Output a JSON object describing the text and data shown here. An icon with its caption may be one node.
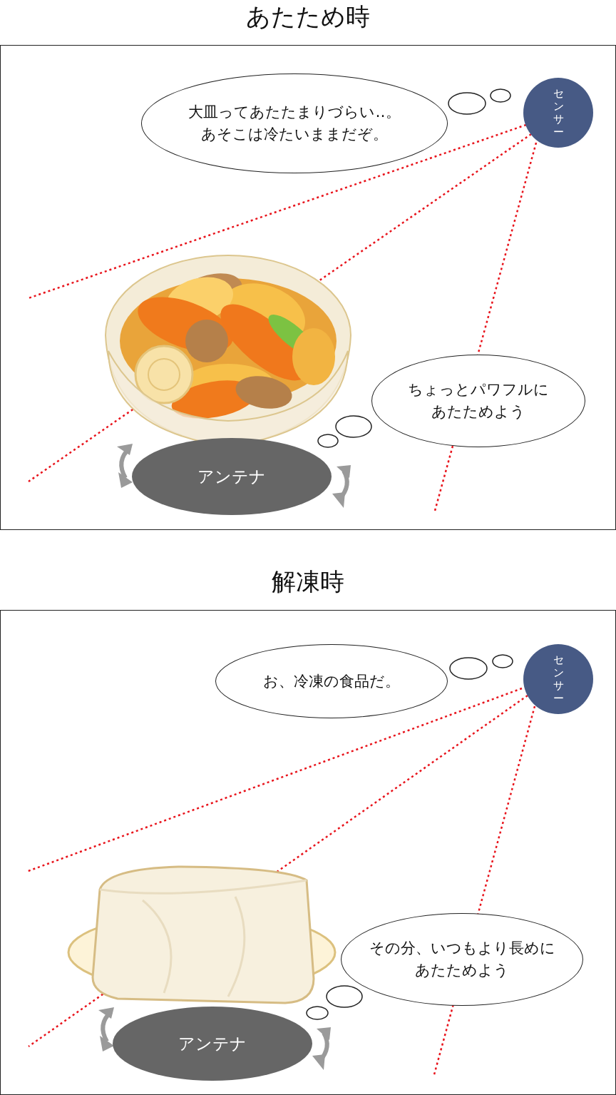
{
  "diagram": {
    "nodes": [
      {
        "text": [
          "あたため時"
        ]
      },
      {
        "text": [
          "大皿ってあたたまりづらい‥。あそこは冷たいままだぞ。"
        ],
        "in": 0
      },
      {
        "text": [
          "センサー"
        ],
        "in": 0
      },
      {
        "text": [
          "ちょっとパワフルにあたためよう"
        ],
        "in": 0
      },
      {
        "text": [
          "アンテナ"
        ],
        "in": 0
      },
      {
        "text": [
          "解凍時"
        ]
      },
      {
        "text": [
          "お、冷凍の食品だ。"
        ],
        "in": 5
      },
      {
        "text": [
          "センサー"
        ],
        "in": 5
      },
      {
        "text": [
          "その分、いつもより長めにあたためよう"
        ],
        "in": 5
      },
      {
        "text": [
          "アンテナ"
        ],
        "in": 5
      }
    ]
  }
}
